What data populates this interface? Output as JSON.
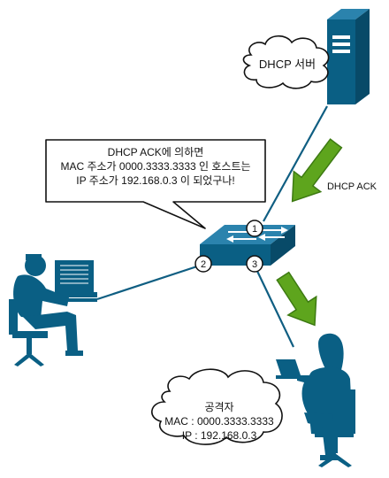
{
  "server": {
    "cloud_label": "DHCP 서버",
    "icon": "server-tower-icon"
  },
  "arrow_label": "DHCP ACK",
  "switch": {
    "icon": "network-switch-icon",
    "ports": [
      "1",
      "2",
      "3"
    ]
  },
  "speech_bubble": {
    "lines": [
      "DHCP ACK에 의하면",
      "MAC 주소가 0000.3333.3333 인 호스트는",
      "IP 주소가 192.168.0.3 이 되었구나!"
    ]
  },
  "victim": {
    "icon": "user-at-computer-icon"
  },
  "attacker": {
    "icon": "attacker-with-laptop-icon",
    "title": "공격자",
    "mac": "MAC : 0000.3333.3333",
    "ip": "IP : 192.168.0.3"
  },
  "colors": {
    "device_blue": "#0a5f84",
    "arrow_green": "#5ea51d",
    "arrow_outline": "#3d7a12",
    "line": "#0f5e82"
  }
}
